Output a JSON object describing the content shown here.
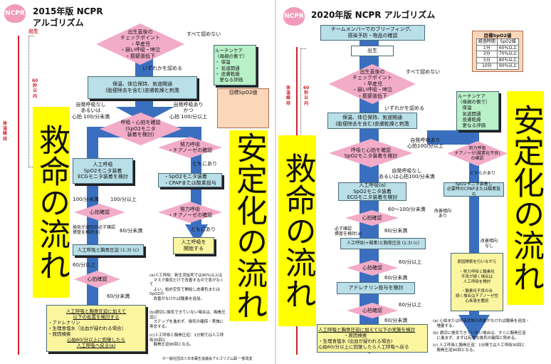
{
  "left": {
    "logo": "NCPR",
    "title": "2015年版  NCPR\n アルゴリズム",
    "birth": "出生",
    "within60": "60\n秒\n以\n内",
    "thermo": "体\n温\n維\n持",
    "d1": "出生直後の\nチェックポイント\n・早産児\n・弱い呼吸・啼泣\n・筋緊張低下",
    "none": "すべて認めない",
    "routine": "ルーチンケア\n（母親の側で）\n・ 保温\n・ 気道開通\n・ 皮膚乾燥\n　更なる評価",
    "any": "いずれかを認める",
    "warm": "保温、体位保持、気道開通\n(胎便除去を含む)皮膚乾燥と刺激",
    "target": "目標SpO2値",
    "no_breath": "自発呼吸なし\nあるいは\n心拍 100/分未満",
    "breath": "自発呼吸あり\nかつ\n心拍 100/分以上",
    "d2": "呼吸・心拍を確認\n(SpO2モニタ\n装着を検討)",
    "d3": "努力呼吸\n・チアノーゼの確認",
    "vent": "人工呼吸\nSpO2モニタ装着\nECGモニタ装着を検討",
    "cpap": "・SpO2モニタ装着\n・CPAPまたは酸素投与",
    "under100": "100/分未満",
    "over100": "100/分以上",
    "d4": "心拍確認",
    "check": "換気が適切か必ず確認\n挿管を検討(b)",
    "under60_a": "60/分未満",
    "compress": "人工呼吸と胸骨圧迫 (1:3) (c)",
    "over60": "60/分以上",
    "d5": "心拍確認",
    "under60_b": "60/分未満",
    "d6": "努力呼吸\n・チアノーゼの確認",
    "both": "ともにあり",
    "both2": "ともにあり",
    "start_vent": "人工呼吸を\n開始する",
    "final_head": "人工呼吸と胸骨圧迫に加えて\n以下の処置を検討する",
    "final_items": "・アドレナリン\n・生理食塩水（出血が疑われる場合）\n・原因検索",
    "final_tail": "心拍60/分以上に回復したら\n人工呼吸へ戻る(a)",
    "note_a": "(a)人工呼吸：新生児仮死では90%以上は\n　マスク換気だけで改善するので急がなくて\n　よい。始め空気で開始し皮膚色またはSpO2の\n　改善がなければ酸素を追加。",
    "note_b": "(b)適切に換気できていない場合は、胸骨圧迫に\n　ステップを進めず、換気の確保・実施に専念する。",
    "note_c": "(c)人工呼吸と胸骨圧迫：1分間では人工呼吸30回と\n　胸骨圧迫90回となる。",
    "copyright": "©一般社団法人日本蘇生協議会アルゴリズム図 一部改変"
  },
  "right": {
    "logo": "NCPR",
    "title": "2020年版  NCPR  アルゴリズム",
    "brief": "チームメンバーでのブリーフィング、\n感染予防・物品の確認",
    "birth": "出生",
    "target_title": "目標SpO2値",
    "target_headers": [
      "経過時間",
      "SpO2値"
    ],
    "target_rows": [
      [
        "1分",
        "60%以上"
      ],
      [
        "3分",
        "70%以上"
      ],
      [
        "5分",
        "80%以上"
      ],
      [
        "10分",
        "90%以上"
      ]
    ],
    "thermo": "体\n温\n維\n持",
    "within60": "60\n秒\n以\n内",
    "d1": "出生直後の\nチェックポイント\n・早産児\n・弱い呼吸・啼泣\n・筋緊張低下",
    "none": "すべて認めない",
    "routine": "ルーチンケア\n（母親の側で）\n　保温\n　気道開通\n　皮膚乾燥\n　更なる評価",
    "any": "いずれかを認める",
    "warm": "保温、体位保持、気道開通\n(胎便除去を含む)皮膚乾燥と刺激",
    "d2": "呼吸と心拍を確認\nSpO2モニタ装着を検討",
    "breath": "自発呼吸あり\n心拍100/分以上",
    "no_breath": "自発呼吸なし\nあるいは心拍100/分未満",
    "d3": "努力呼吸\nチアノーゼ(酸素化不良)\nの確認",
    "either": "どちらかあり",
    "vent": "人工呼吸(a)\nSpO2モニタ装着\nECGモニタ装着を検討",
    "cpap": "SpO2モニタ装着し\n必要時のCPAPまたは酸素投与",
    "improve": "改善傾向\nあり",
    "no_improve": "改善傾向\nなし",
    "range": "60～100/分未満",
    "d4": "心拍確認",
    "check": "必ず確認\n挿管を検討(a)",
    "under60_a": "60/分未満",
    "compress": "人工呼吸(+酸素)と胸骨圧迫 (1:3) (c)",
    "over60_a": "60/分以上",
    "d5": "心拍確認",
    "under60_b": "60/分未満",
    "adrenaline": "アドレナリン投与を検討",
    "over60_b": "60/分以上",
    "d6": "心拍確認",
    "under60_c": "60/分未満",
    "cause": "原因検索を行いながら\n\n・努力呼吸と酸素化\n不良が続く場合は\n人工呼吸を検討\n\n・酸素化不良のみ\n続く場合はチアノーゼ性\n心疾患を鑑別",
    "final_head": "人工呼吸と胸骨圧迫に加えて以下の実施を検討",
    "final_items": "・原因検索\n・生理食塩水 (出血が疑われる場合)",
    "final_tail": "心拍60/分以上に回復したら人工呼吸へ戻る",
    "note_a": "(a) 心拍または呼吸状態の改善がなければ酸素を追加・\n　増量する。",
    "note_b": "(b) 適切に換気できていない場合は、すぐに胸骨圧迫\n　に進まず、まずは有効な換気の確保に努める。",
    "note_c": "(c) 人工呼吸と胸骨圧迫：1分間では人工呼吸30回と\n　胸骨圧迫90回となる。"
  },
  "labels": {
    "rescue": "救命の流れ",
    "stabilize": "安定化の流れ"
  },
  "colors": {
    "arrow": "#3a6fbf",
    "highlight": "#ffff00",
    "diamond": "#f2acc8"
  }
}
